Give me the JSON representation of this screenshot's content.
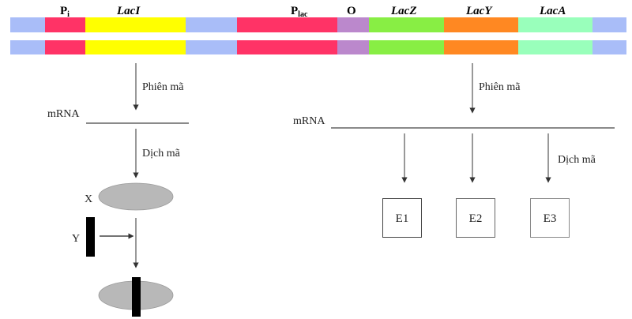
{
  "title_labels": {
    "pi": "P",
    "pi_sub": "i",
    "laci": "LacI",
    "plac": "P",
    "plac_sub": "lac",
    "operator": "O",
    "lacz": "LacZ",
    "lacy": "LacY",
    "laca": "LacA"
  },
  "segments": [
    {
      "name": "spacer-left",
      "color": "#a9bdf8"
    },
    {
      "name": "promoter-pi",
      "color": "#ff3366"
    },
    {
      "name": "gene-laci",
      "color": "#ffff00"
    },
    {
      "name": "spacer-middle",
      "color": "#a9bdf8"
    },
    {
      "name": "promoter-plac",
      "color": "#ff3366"
    },
    {
      "name": "operator-o",
      "color": "#bb88cc"
    },
    {
      "name": "gene-lacz",
      "color": "#88ee44"
    },
    {
      "name": "gene-lacy",
      "color": "#ff8822"
    },
    {
      "name": "gene-laca",
      "color": "#99ffbb"
    },
    {
      "name": "spacer-right",
      "color": "#a9bdf8"
    }
  ],
  "left": {
    "transcription": "Phiên mã",
    "mrna": "mRNA",
    "translation": "Dịch mã",
    "x_label": "X",
    "y_label": "Y"
  },
  "right": {
    "transcription": "Phiên mã",
    "mrna": "mRNA",
    "translation": "Dịch mã",
    "enzymes": [
      "E1",
      "E2",
      "E3"
    ]
  },
  "colors": {
    "protein": "#b8b8b8",
    "inducer": "#000000",
    "line": "#555555"
  }
}
